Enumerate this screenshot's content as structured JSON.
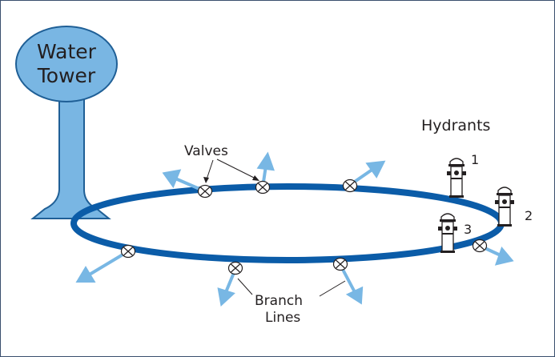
{
  "diagram": {
    "tower_label_line1": "Water",
    "tower_label_line2": "Tower",
    "hydrants_title": "Hydrants",
    "hydrant_numbers": [
      "1",
      "2",
      "3"
    ],
    "valves_label": "Valves",
    "branch_label_line1": "Branch",
    "branch_label_line2": "Lines"
  },
  "colors": {
    "pipe": "#0b5ca8",
    "tower_fill": "#79b6e3",
    "tower_stroke": "#1f5f96",
    "branch_arrow": "#78b7e4",
    "frame": "#3a4f6e"
  }
}
